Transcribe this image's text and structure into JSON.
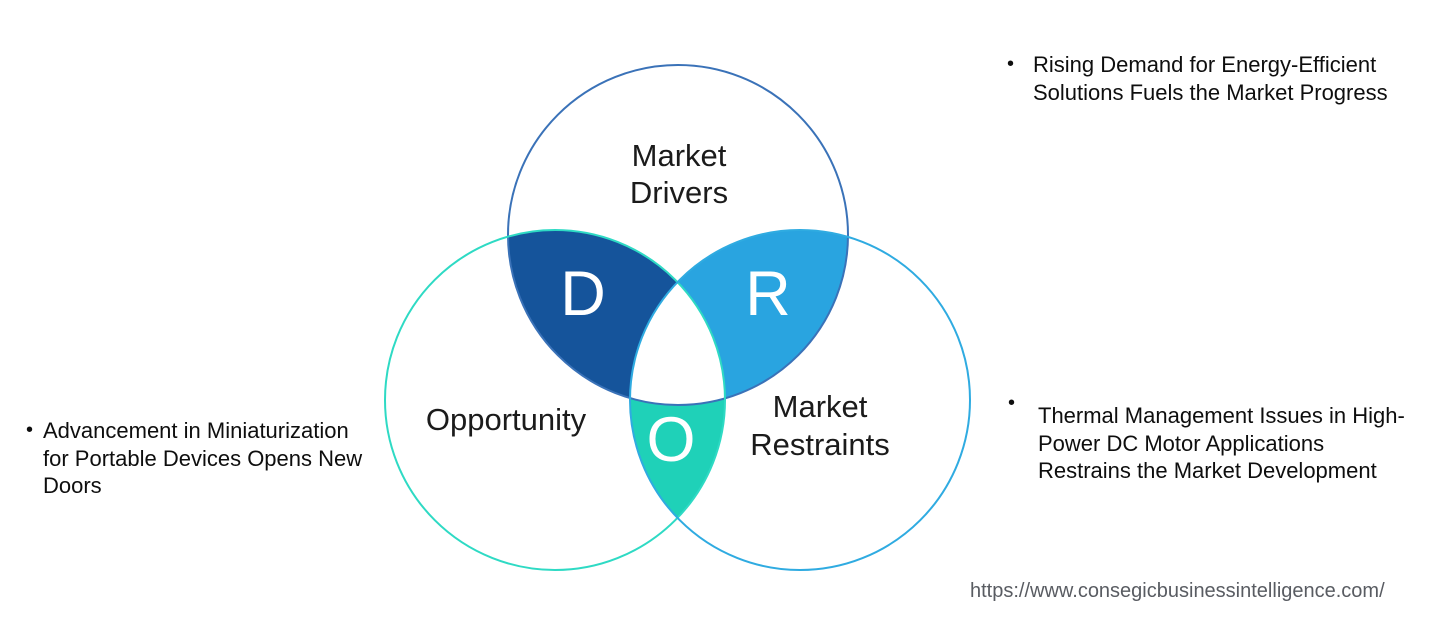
{
  "venn": {
    "drivers": {
      "label_line1": "Market",
      "label_line2": "Drivers",
      "letter": "D",
      "outline_color": "#3a72b8",
      "overlap_fill": "#15549b"
    },
    "opportunity": {
      "label": "Opportunity",
      "letter": "O",
      "outline_color": "#2edac4",
      "overlap_fill": "#1fd1b8"
    },
    "restraints": {
      "label_line1": "Market",
      "label_line2": "Restraints",
      "letter": "R",
      "outline_color": "#2fabe1",
      "overlap_fill": "#29a4e0"
    }
  },
  "annotations": {
    "driver": {
      "bullet": "•",
      "lines": [
        "Rising Demand for Energy-Efficient",
        "Solutions Fuels the Market Progress"
      ]
    },
    "opportunity": {
      "bullet": "•",
      "lines": [
        "Advancement in Miniaturization",
        "for Portable Devices Opens New",
        "Doors"
      ]
    },
    "restraint": {
      "bullet": "•",
      "lines": [
        "Thermal Management Issues in High-",
        "Power DC Motor Applications",
        "Restrains the Market Development"
      ]
    }
  },
  "footer": {
    "url": "https://www.consegicbusinessintelligence.com/"
  }
}
